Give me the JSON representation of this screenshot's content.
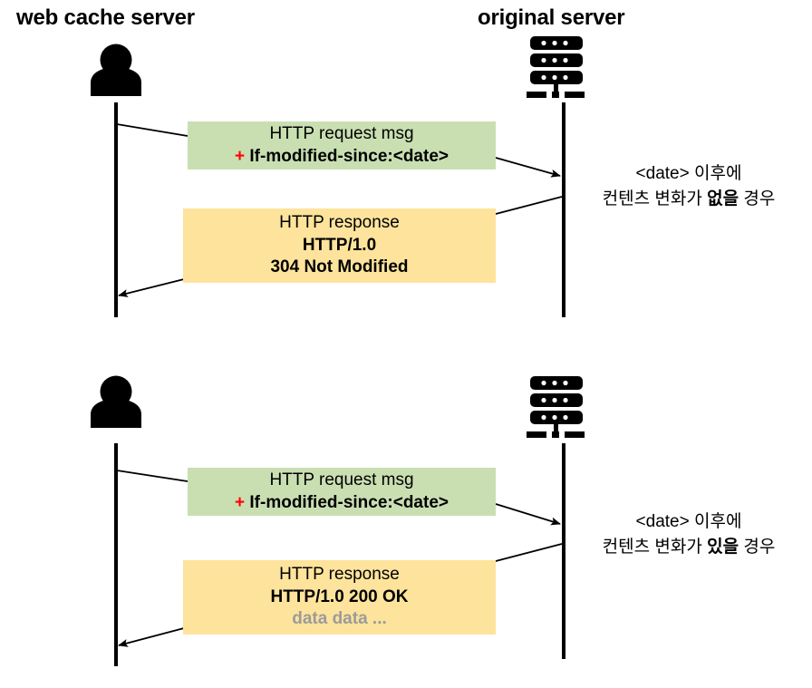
{
  "diagram": {
    "title_left": "web cache server",
    "title_right": "original server",
    "icons": {
      "left": "person-icon",
      "right": "server-rack-icon"
    },
    "colors": {
      "request_box": "#c9dfb2",
      "response_box": "#fde39b",
      "plus_sign": "#ff0000",
      "data_text": "#9b9b9b",
      "line": "#000000"
    },
    "sections": [
      {
        "id": "not-modified",
        "request": {
          "line1": "HTTP request msg",
          "plus": "+",
          "line2": "If-modified-since:<date>"
        },
        "response": {
          "line1": "HTTP response",
          "line2": "HTTP/1.0",
          "line3": "304 Not Modified"
        },
        "note_line1": "<date> 이후에",
        "note_line2_pre": "컨텐츠 변화가 ",
        "note_line2_bold": "없을",
        "note_line2_post": " 경우"
      },
      {
        "id": "modified",
        "request": {
          "line1": "HTTP request msg",
          "plus": "+",
          "line2": "If-modified-since:<date>"
        },
        "response": {
          "line1": "HTTP response",
          "line2": "HTTP/1.0 200 OK",
          "line3": "data data ..."
        },
        "note_line1": "<date> 이후에",
        "note_line2_pre": "컨텐츠 변화가 ",
        "note_line2_bold": "있을",
        "note_line2_post": " 경우"
      }
    ]
  }
}
